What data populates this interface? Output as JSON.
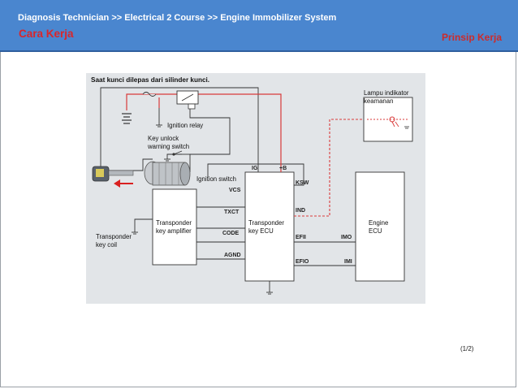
{
  "header": {
    "breadcrumb": "Diagnosis Technician >> Electrical 2 Course >> Engine Immobilizer System",
    "title": "Cara Kerja",
    "link": "Prinsip Kerja"
  },
  "diagram": {
    "caption": "Saat kunci dilepas dari silinder kunci.",
    "labels": {
      "ignition_relay": "Ignition relay",
      "key_unlock_warning_switch": "Key unlock\nwarning switch",
      "ignition_switch": "Ignition switch",
      "transponder_key_amplifier": "Transponder\nkey amplifier",
      "transponder_key_coil": "Transponder\nkey coil",
      "transponder_key_ecu": "Transponder\nkey ECU",
      "engine_ecu": "Engine\nECU",
      "security_indicator": "Lampu indikator\nkeamanan"
    },
    "pins": {
      "ig": "IG",
      "plus_b": "+B",
      "ksw": "KSW",
      "vcs": "VCS",
      "txct": "TXCT",
      "code": "CODE",
      "agnd": "AGND",
      "ind": "IND",
      "efii": "EFII",
      "efio": "EFIO",
      "imo": "IMO",
      "imi": "IMI"
    }
  },
  "footer": {
    "page_counter": "(1/2)"
  },
  "colors": {
    "header_bg": "#4a86cf",
    "title_red": "#d9262b",
    "diagram_bg": "#e2e5e8",
    "wire_red": "#d93a3a"
  }
}
